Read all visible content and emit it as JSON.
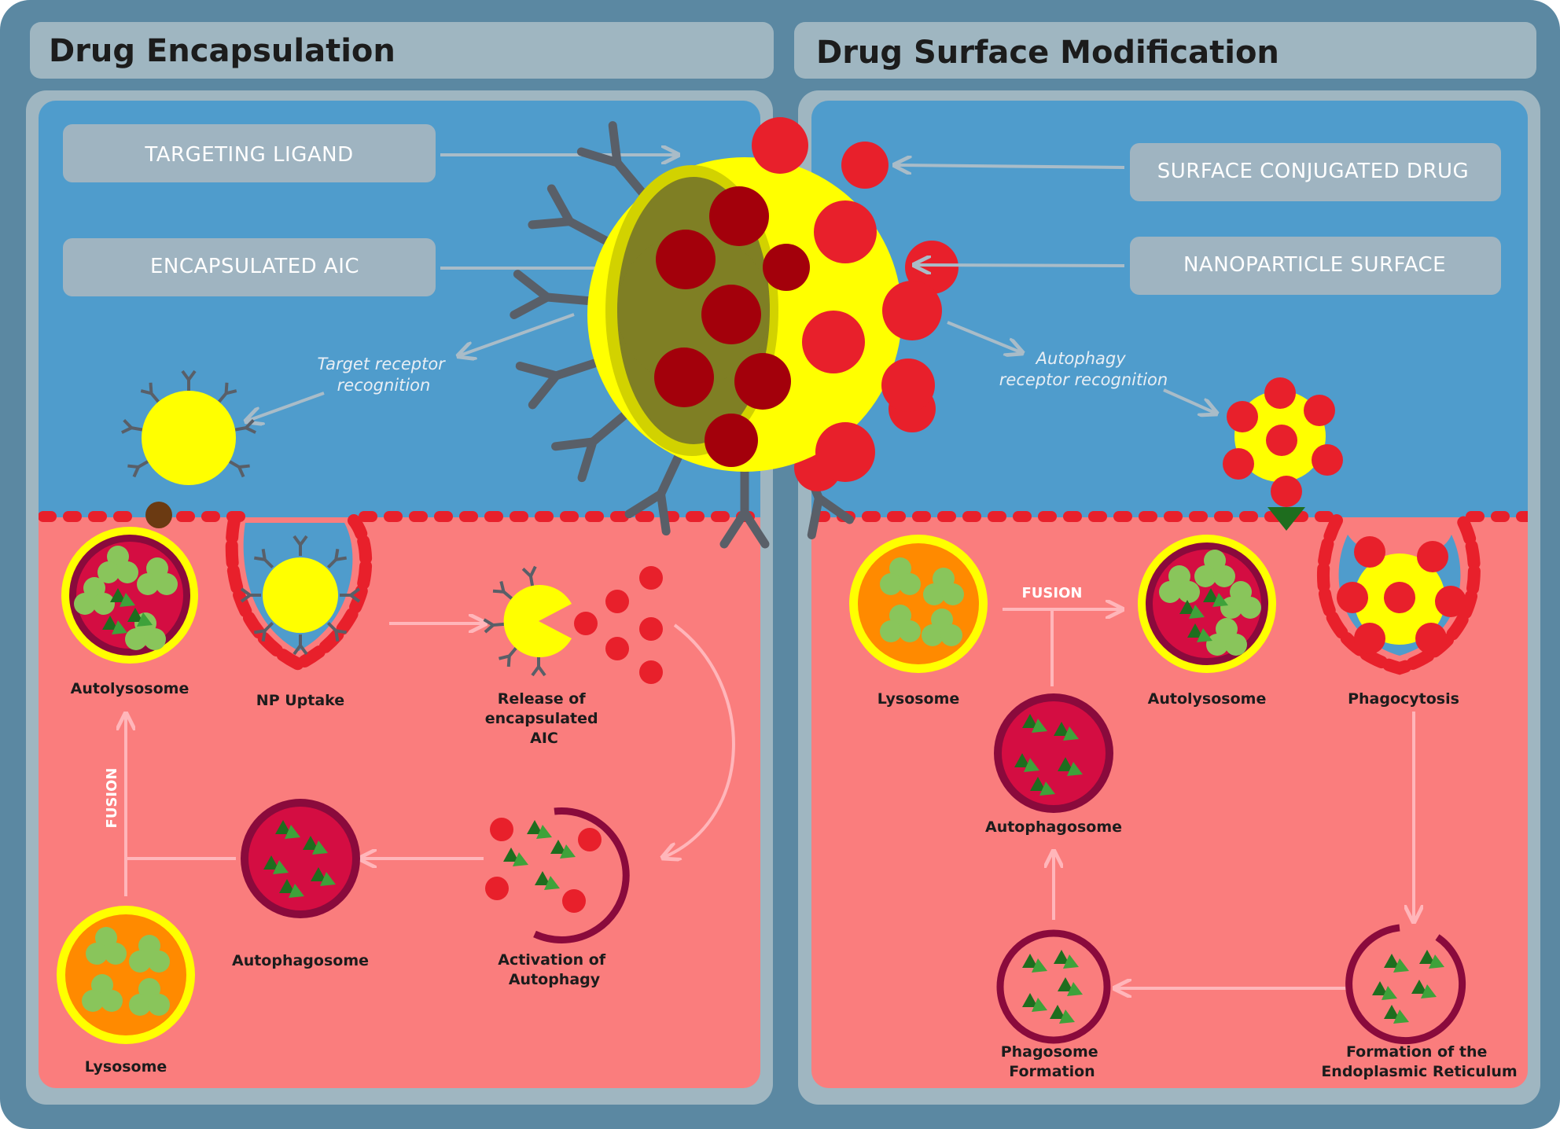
{
  "panels": {
    "left": {
      "title": "Drug Encapsulation",
      "labels": {
        "targeting_ligand": "TARGETING LIGAND",
        "encapsulated_aic": "ENCAPSULATED AIC"
      },
      "annotation": [
        "Target receptor",
        "recognition"
      ],
      "captions": {
        "autolysosome": "Autolysosome",
        "np_uptake": "NP Uptake",
        "release": [
          "Release of",
          "encapsulated",
          "AIC"
        ],
        "autophagosome": "Autophagosome",
        "activation": [
          "Activation of",
          "Autophagy"
        ],
        "lysosome": "Lysosome",
        "fusion": "FUSION"
      }
    },
    "right": {
      "title": "Drug Surface Modification",
      "labels": {
        "surface_drug": "SURFACE CONJUGATED DRUG",
        "np_surface": "NANOPARTICLE SURFACE"
      },
      "annotation": [
        "Autophagy",
        "receptor recognition"
      ],
      "captions": {
        "lysosome": "Lysosome",
        "fusion": "FUSION",
        "autolysosome": "Autolysosome",
        "phagocytosis": "Phagocytosis",
        "autophagosome": "Autophagosome",
        "phagosome": [
          "Phagosome",
          "Formation"
        ],
        "er": [
          "Formation of the",
          "Endoplasmic Reticulum"
        ]
      }
    }
  },
  "colors": {
    "frame": "#5b88a2",
    "header": "#9fb6c1",
    "extracellular": "#4f9ccc",
    "cytoplasm": "#fa7d7d",
    "membrane": "#e8202b",
    "nanoparticle": "#ffff00",
    "drug": "#ea1c24",
    "drug_dark": "#a3000b",
    "vesicle_ring": "#8a0a3c",
    "lysosome_core": "#ff8a00",
    "label_box": "#9fb4c1"
  },
  "icons": [
    "antibody-ligand-icon",
    "pacman-nanoparticle-icon",
    "membrane-dash-icon",
    "arrow-icon"
  ]
}
